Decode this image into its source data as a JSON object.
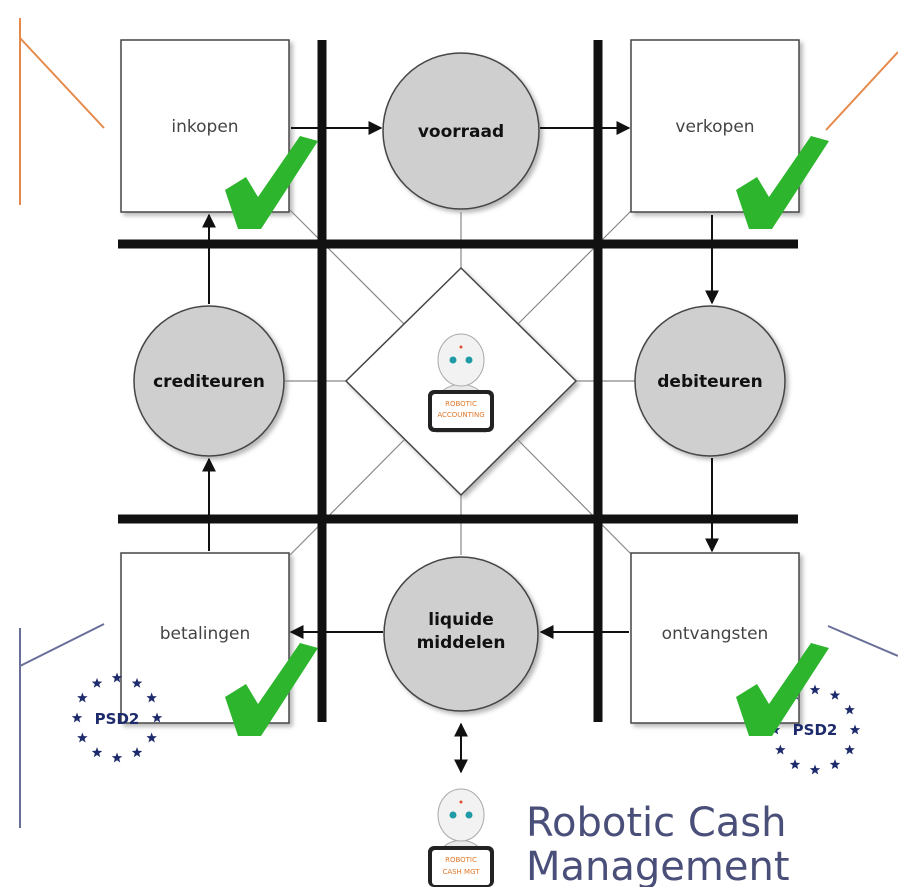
{
  "boxes": {
    "purchasing": "inkopen",
    "sales": "verkopen",
    "payments": "betalingen",
    "receipts": "ontvangsten"
  },
  "circles": {
    "inventory": "voorraad",
    "creditors": "crediteuren",
    "debtors": "debiteuren",
    "cash_line1": "liquide",
    "cash_line2": "middelen"
  },
  "robot_center": {
    "line1": "ROBOTIC",
    "line2": "ACCOUNTING"
  },
  "robot_bottom": {
    "line1": "ROBOTIC",
    "line2": "CASH MGT"
  },
  "caption": {
    "line1": "Robotic Cash",
    "line2": "Management"
  },
  "badges": {
    "left": "PSD2",
    "right": "PSD2"
  },
  "colors": {
    "check": "#2db52d",
    "circle_fill": "#cfcfcf",
    "grid_line": "#111111",
    "orange_accent": "#e58a4a",
    "blue_accent": "#6a6f9a",
    "caption_text": "#4a4f7a",
    "eu_blue": "#1d2a6b"
  }
}
